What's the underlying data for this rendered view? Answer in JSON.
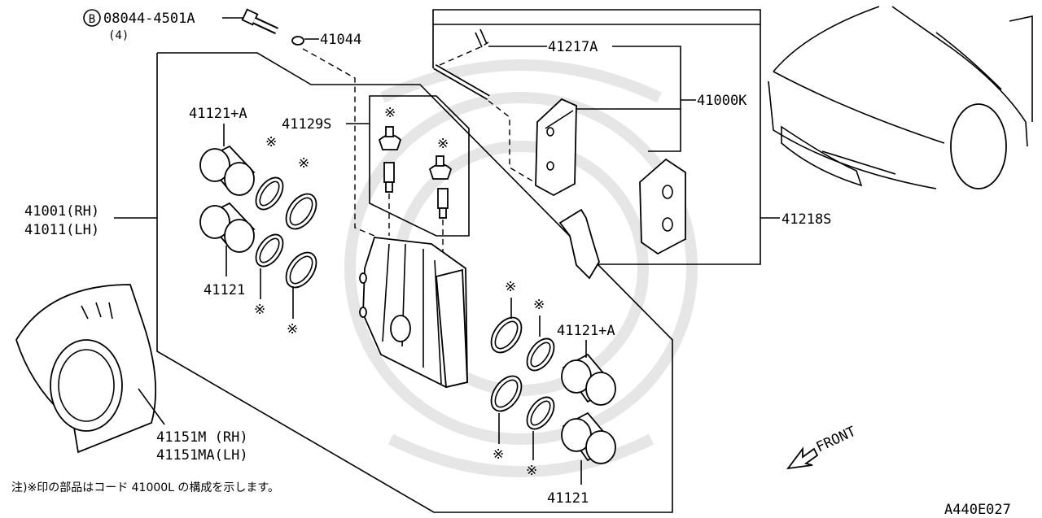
{
  "labels": {
    "bolt_part": "08044-4501A",
    "bolt_qty": "(4)",
    "bolt_circle": "B",
    "washer": "41044",
    "pin": "41217A",
    "pad_kit": "41000K",
    "piston_a_top": "41121+A",
    "seal_kit": "41129S",
    "caliper_rh": "41001(RH)",
    "caliper_lh": "41011(LH)",
    "piston_left_bottom": "41121",
    "shim_kit": "41218S",
    "piston_a_right": "41121+A",
    "piston_right_bottom": "41121",
    "baffle_rh": "41151M  (RH)",
    "baffle_lh": "41151MA(LH)",
    "front_arrow": "FRONT",
    "note": "注)※印の部品はコード 41000L の構成を示します。",
    "diagram_code": "A440E027",
    "asterisk": "※"
  }
}
